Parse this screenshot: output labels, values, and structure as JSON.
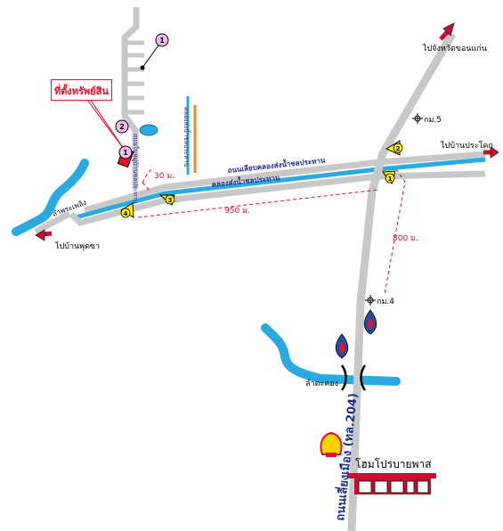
{
  "map": {
    "property_label": "ที่ตั้งทรัพย์สิน",
    "destinations": {
      "khon_kaen": "ไปจังหวัดขอนแก่น",
      "prakhonchai": "ไปบ้านประโคก",
      "phutsa": "ไปบ้านพุดซา"
    },
    "roads": {
      "bypass_road": "ถนนเลียบคลองส่งน้ำชลประทาน",
      "canal": "คลองส่งน้ำชลประทาน",
      "ring_road": "ถนนเลี่ยงเมือง (ทล.204)",
      "soi_vertical": "ถนนในหมู่บ้านชลประทาน",
      "canal_vertical": "คลองส่งน้ำชลประทาน"
    },
    "km_markers": {
      "km5": "กม.5",
      "km4": "กม.4"
    },
    "distances": {
      "d30": "30 ม.",
      "d950": "950 ม.",
      "d800": "800 ม."
    },
    "waterways": {
      "lam_takhong": "ลำตะคอง",
      "lam_phra_phloeng": "ลำพระเพลิง"
    },
    "landmarks": {
      "homepro": "โฮมโปรบายพาส"
    },
    "circle_markers": [
      "1",
      "2",
      "1"
    ],
    "triangle_markers": [
      "2",
      "1",
      "3",
      "4"
    ],
    "colors": {
      "road": "#c8c8c8",
      "water": "#29abe2",
      "property": "#e8102c",
      "marker_pink": "#f5b8f0",
      "marker_yellow": "#ffee00",
      "dash_red": "#e8102c",
      "orange_line": "#f08a1c"
    }
  }
}
